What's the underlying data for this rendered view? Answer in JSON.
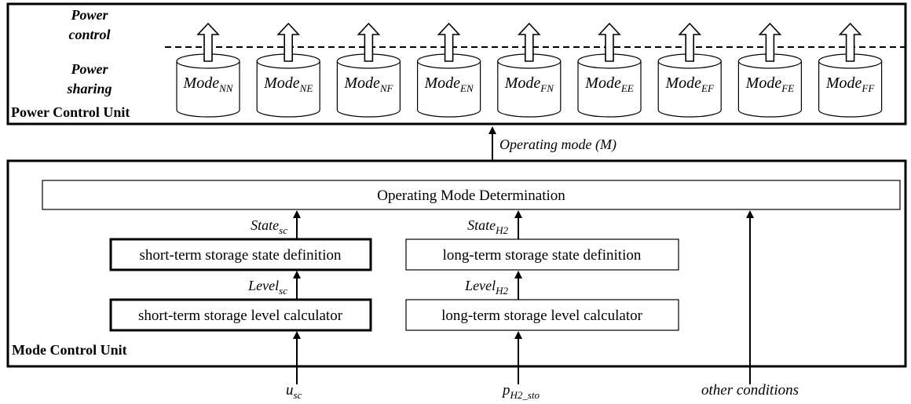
{
  "power_control_unit": {
    "label": "Power Control Unit",
    "layer_top_label": [
      "Power",
      "control"
    ],
    "layer_bottom_label": [
      "Power",
      "sharing"
    ],
    "modes": [
      {
        "base": "Mode",
        "sub": "NN"
      },
      {
        "base": "Mode",
        "sub": "NE"
      },
      {
        "base": "Mode",
        "sub": "NF"
      },
      {
        "base": "Mode",
        "sub": "EN"
      },
      {
        "base": "Mode",
        "sub": "FN"
      },
      {
        "base": "Mode",
        "sub": "EE"
      },
      {
        "base": "Mode",
        "sub": "EF"
      },
      {
        "base": "Mode",
        "sub": "FE"
      },
      {
        "base": "Mode",
        "sub": "FF"
      }
    ]
  },
  "operating_mode_signal": {
    "text": "Operating mode (",
    "var": "M",
    "close": ")"
  },
  "mode_control_unit": {
    "label": "Mode Control Unit",
    "determination": "Operating Mode Determination",
    "short_term": {
      "state_box": "short-term storage state definition",
      "level_box": "short-term storage level calculator",
      "state_signal": {
        "base": "State",
        "sub": "sc"
      },
      "level_signal": {
        "base": "Level",
        "sub": "sc"
      },
      "input": {
        "base": "u",
        "sub": "sc"
      }
    },
    "long_term": {
      "state_box": "long-term storage state definition",
      "level_box": "long-term storage level calculator",
      "state_signal": {
        "base": "State",
        "sub": "H2"
      },
      "level_signal": {
        "base": "Level",
        "sub": "H2"
      },
      "input": {
        "base": "p",
        "sub": "H2_sto"
      }
    },
    "other_input": "other conditions"
  }
}
